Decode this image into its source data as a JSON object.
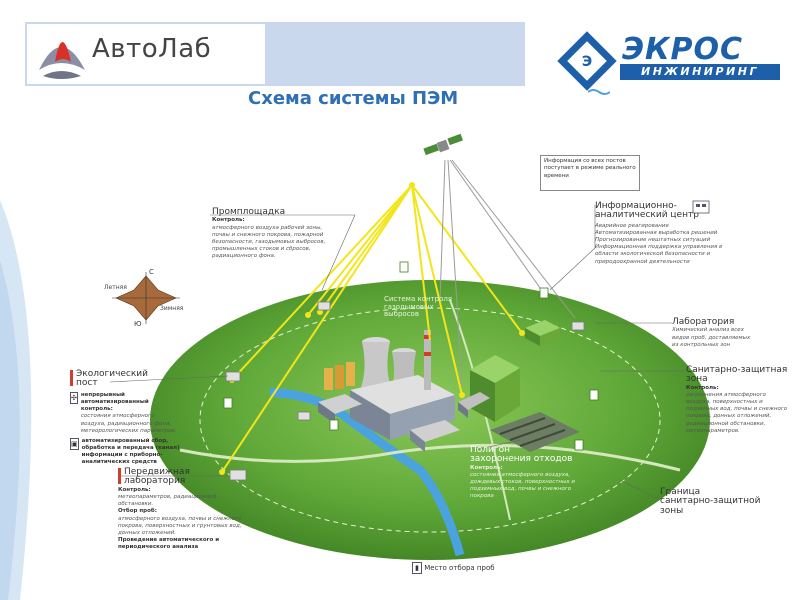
{
  "header": {
    "avtolab_logo_text": "АвтоЛаб",
    "title": "Схема системы ПЭМ",
    "ekros_name": "ЭКРОС",
    "ekros_subtitle": "ИНЖИНИРИНГ"
  },
  "info_box": "Информация со всех постов поступает в режиме реального времени",
  "wind_rose": {
    "north": "С",
    "south": "Ю",
    "summer": "Летняя",
    "winter": "Зимняя"
  },
  "promploshchadka": {
    "title": "Промплощадка",
    "controls_label": "Контроль:",
    "items": "атмосферного воздуха рабочей зоны, почвы и снежного покрова, пожарной безопасности, газодымовых выбросов, промышленных стоков и сбросов, радиационного фона."
  },
  "control_system_label": "Система контроля газодымовых выбросов",
  "info_center": {
    "title_line1": "Информационно-",
    "title_line2": "аналитический центр",
    "items": [
      "Аварийное реагирование",
      "Автоматизированная выработка решений",
      "Прогнозирование нештатных ситуаций",
      "Информационная поддержка управления в области экологической безопасности и природоохранной деятельности"
    ]
  },
  "laboratory": {
    "title": "Лаборатория",
    "text": "Химический анализ всех видов проб, доставляемых из контрольных зон"
  },
  "sanitary_zone": {
    "title": "Санитарно-защитная зона",
    "controls_label": "Контроль:",
    "items": "загрязнения атмосферного воздуха, поверхностных и подземных вод, почвы и снежного покрова, донных отложений, радиационной обстановки, метеопараметров."
  },
  "eco_post": {
    "title_line1": "Экологический",
    "title_line2": "пост",
    "sub1_label": "непрерывный автоматизированный контроль:",
    "sub1_text": "состояния атмосферного воздуха, радиационного фона, метеорологических параметров.",
    "sub2_label": "автоматизированный сбор, обработка и передача (канал) информации с приборно-аналитических средств"
  },
  "mobile_lab": {
    "title_line1": "Передвижная",
    "title_line2": "лаборатория",
    "controls_label": "Контроль:",
    "controls_text": "метеопараметров, радиационной обстановки.",
    "sampling_label": "Отбор проб:",
    "sampling_text": "атмосферного воздуха, почвы и снежного покрова, поверхностных и грунтовых вод, донных отложений.",
    "analysis_label": "Проведение автоматического и периодического анализа"
  },
  "landfill": {
    "title_line1": "Полигон",
    "title_line2": "захоронения отходов",
    "controls_label": "Контроль:",
    "items": "состояния атмосферного воздуха, дождевых стоков, поверхностных и подземных вод, почвы и снежного покрова"
  },
  "sanitary_border": {
    "line1": "Граница",
    "line2": "санитарно-защитной",
    "line3": "зоны"
  },
  "legend": {
    "sampling_point": "Место отбора проб"
  },
  "colors": {
    "accent_blue": "#2f6fb5",
    "ground_green": "#4f9a2f",
    "signal_yellow": "#f2e61a",
    "marker_red": "#d43b2a"
  }
}
